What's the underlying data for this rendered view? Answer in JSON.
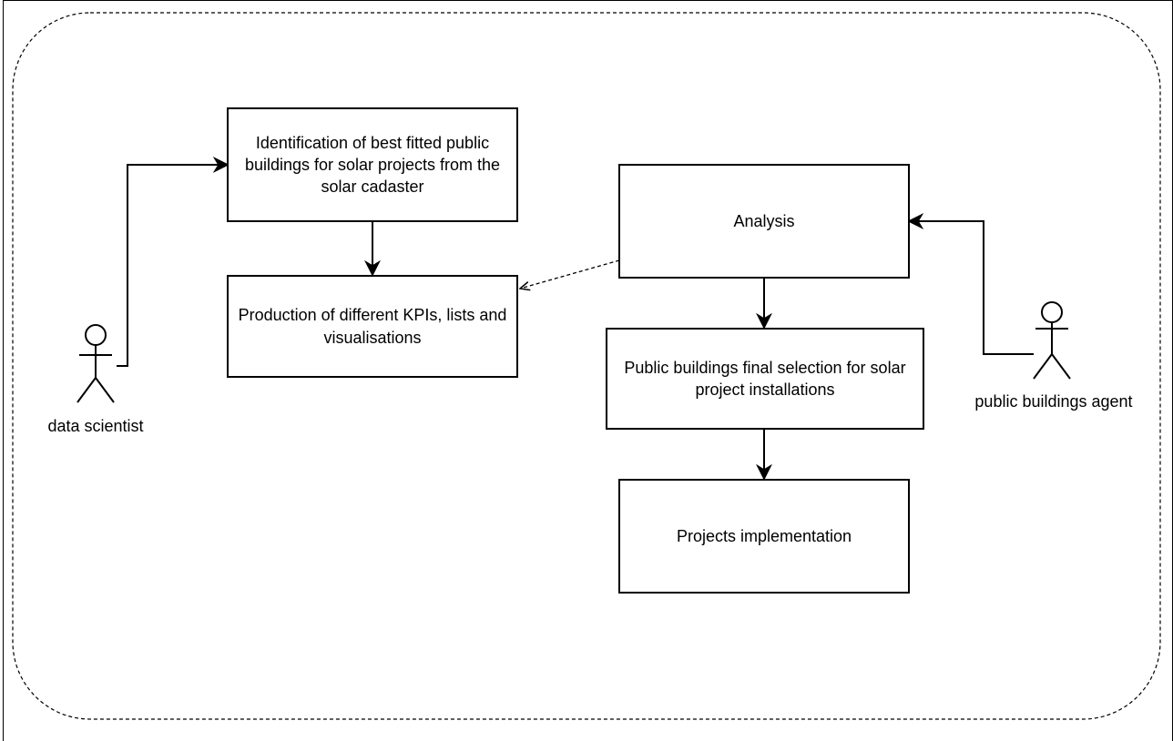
{
  "nodes": {
    "identification": "Identification of best fitted public buildings for solar projects from the solar cadaster",
    "production": "Production of different KPIs, lists and visualisations",
    "analysis": "Analysis",
    "selection": "Public buildings final selection for solar project installations",
    "implementation": "Projects implementation"
  },
  "actors": {
    "data_scientist": "data scientist",
    "public_buildings_agent": "public buildings agent"
  },
  "edges": [
    {
      "from": "data_scientist",
      "to": "identification",
      "style": "solid"
    },
    {
      "from": "identification",
      "to": "production",
      "style": "solid"
    },
    {
      "from": "analysis",
      "to": "production",
      "style": "dashed"
    },
    {
      "from": "public_buildings_agent",
      "to": "analysis",
      "style": "solid"
    },
    {
      "from": "analysis",
      "to": "selection",
      "style": "solid"
    },
    {
      "from": "selection",
      "to": "implementation",
      "style": "solid"
    }
  ]
}
